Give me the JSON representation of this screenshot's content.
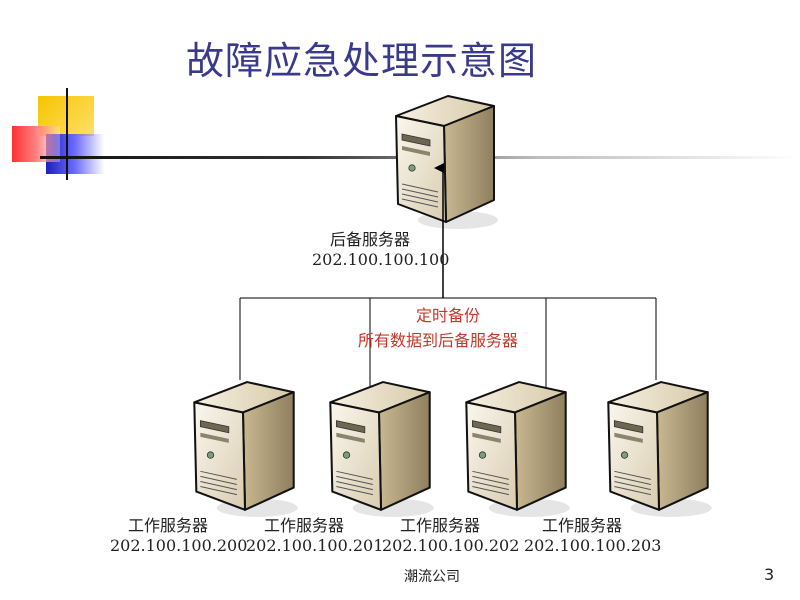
{
  "title": "故障应急处理示意图",
  "backup_server": {
    "name": "后备服务器",
    "ip": "202.100.100.100"
  },
  "backup_note": {
    "line1": "定时备份",
    "line2": "所有数据到后备服务器"
  },
  "work_servers": [
    {
      "name": "工作服务器",
      "ip": "202.100.100.200"
    },
    {
      "name": "工作服务器",
      "ip": "202.100.100.201"
    },
    {
      "name": "工作服务器",
      "ip": "202.100.100.202"
    },
    {
      "name": "工作服务器",
      "ip": "202.100.100.203"
    }
  ],
  "footer": "潮流公司",
  "page_number": "3",
  "colors": {
    "title": "#3a3a8c",
    "note": "#c0392b",
    "server_light": "#f3ecdc",
    "server_dark": "#a99878"
  }
}
